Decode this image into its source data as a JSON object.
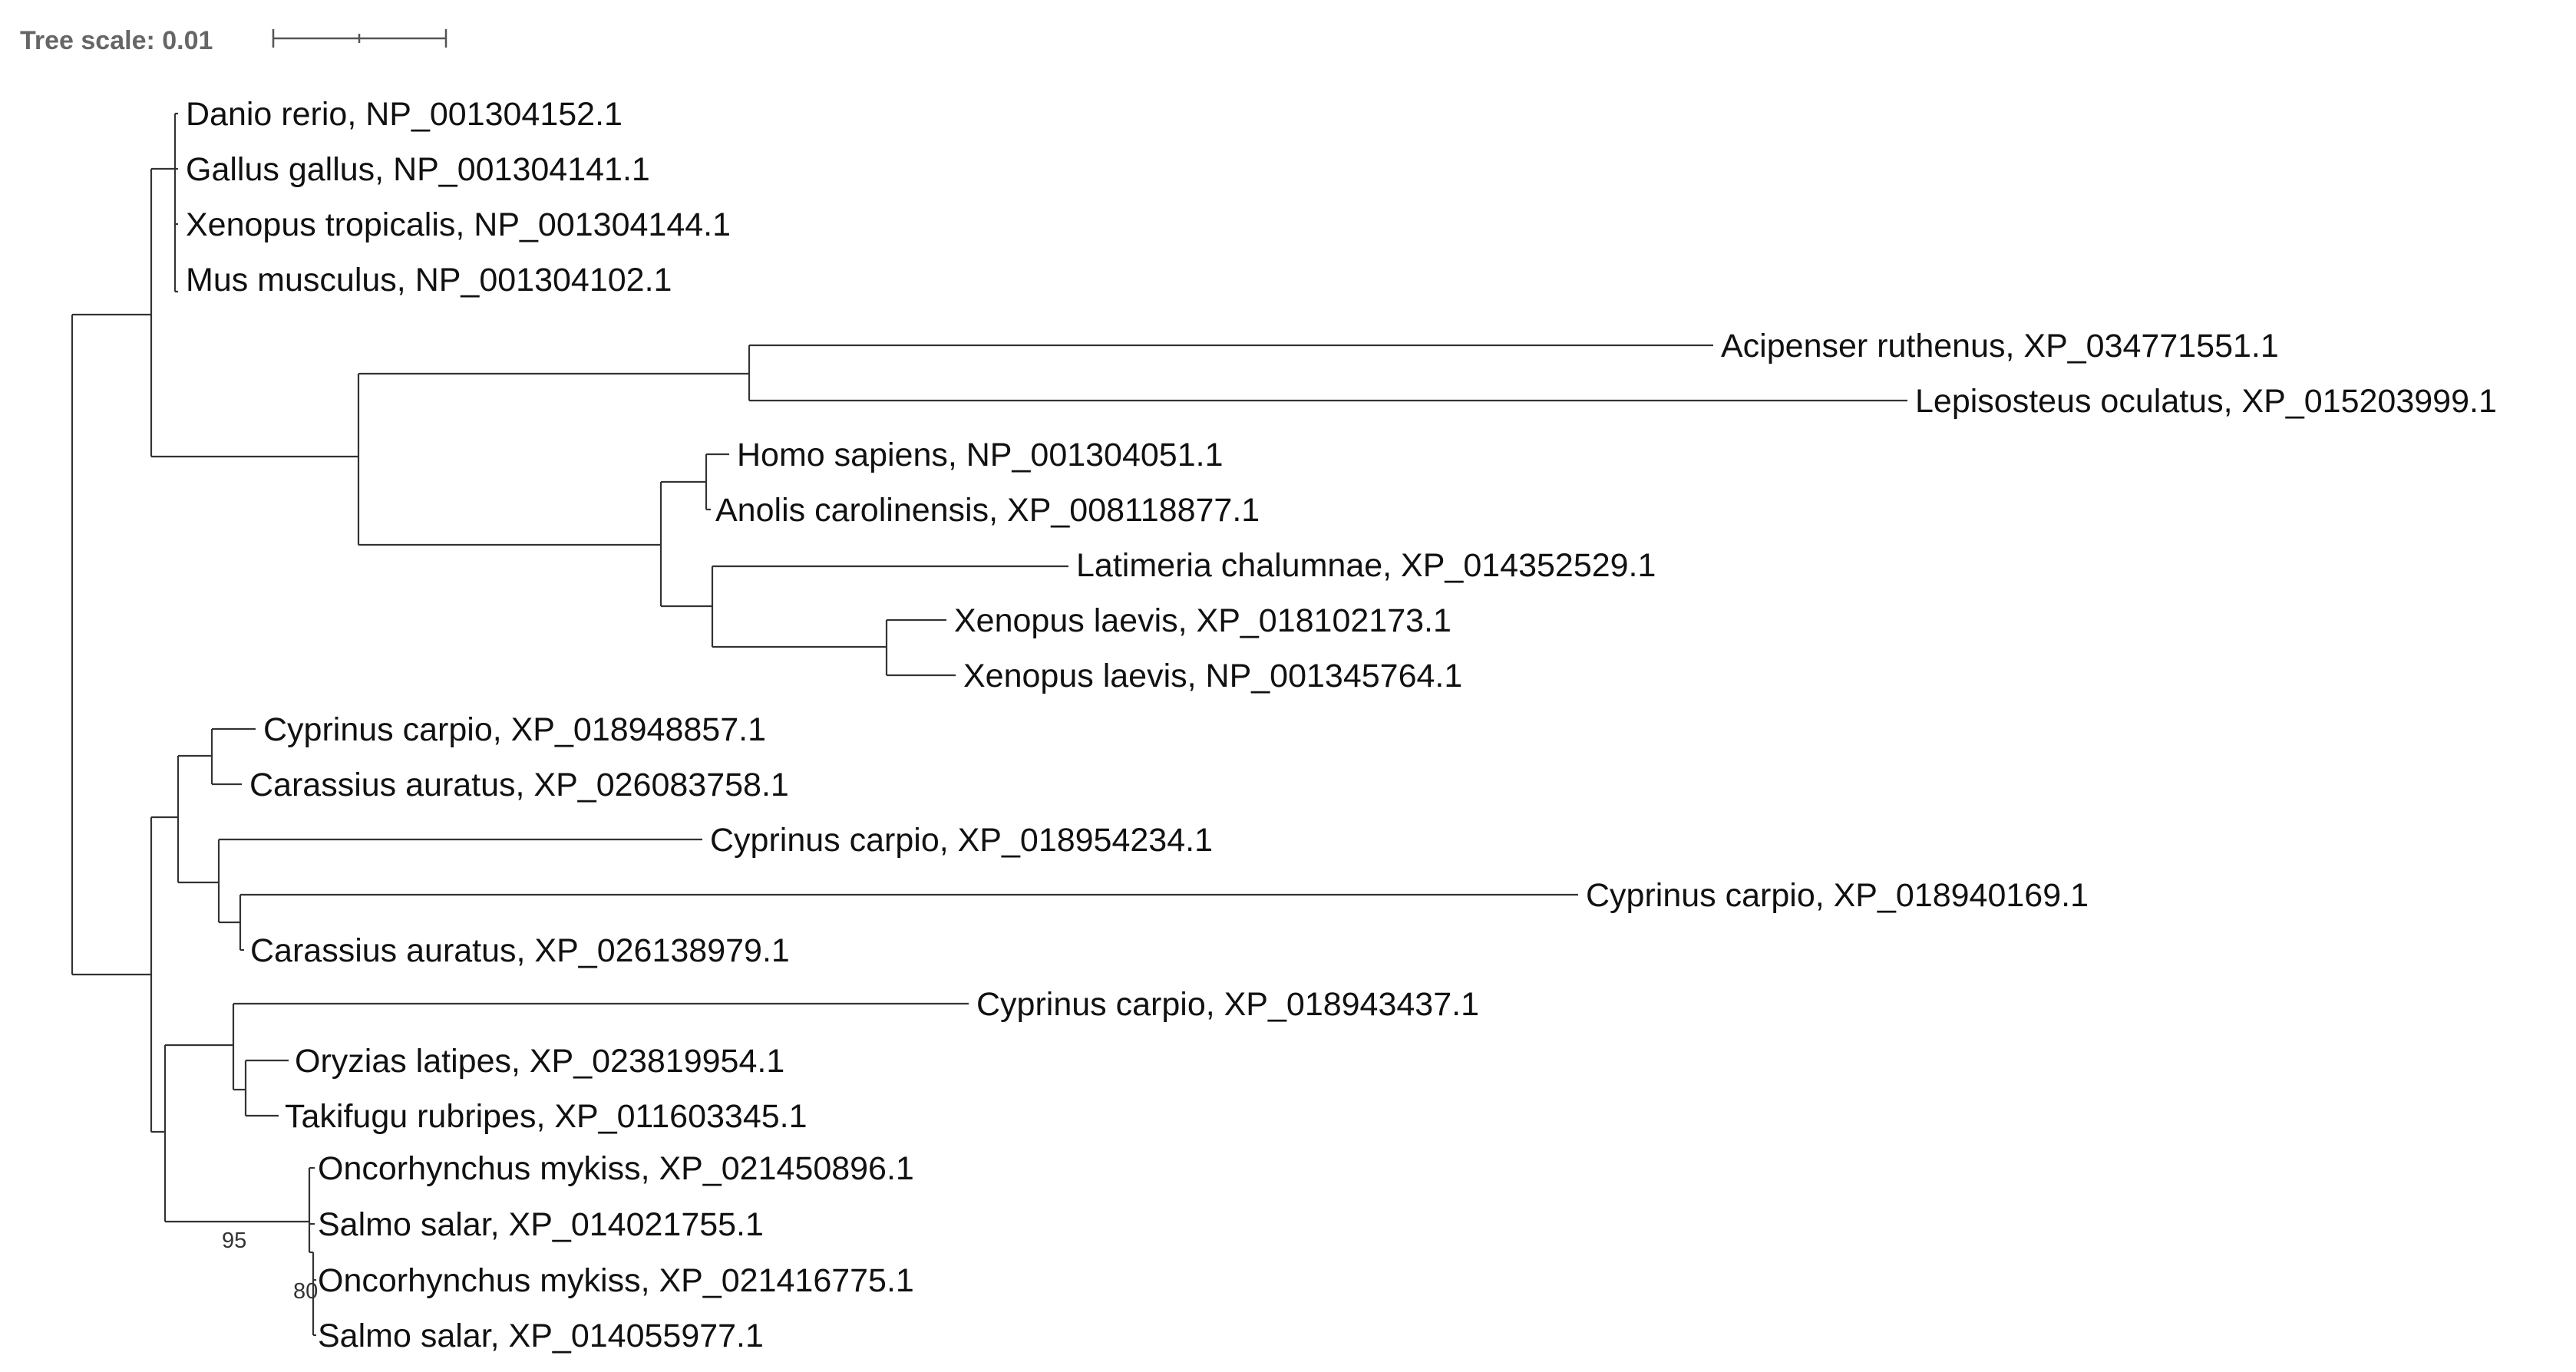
{
  "tree_scale": {
    "label": "Tree scale: 0.01"
  },
  "colors": {
    "branch": "#333333",
    "label": "#111111",
    "scale_label": "#666666"
  },
  "leaves": [
    {
      "id": "L1",
      "label": "Danio rerio, NP_001304152.1"
    },
    {
      "id": "L2",
      "label": "Gallus gallus, NP_001304141.1"
    },
    {
      "id": "L3",
      "label": "Xenopus tropicalis, NP_001304144.1"
    },
    {
      "id": "L4",
      "label": "Mus musculus, NP_001304102.1"
    },
    {
      "id": "L5",
      "label": "Acipenser ruthenus, XP_034771551.1"
    },
    {
      "id": "L6",
      "label": "Lepisosteus oculatus, XP_015203999.1"
    },
    {
      "id": "L7",
      "label": "Homo sapiens, NP_001304051.1"
    },
    {
      "id": "L8",
      "label": "Anolis carolinensis, XP_008118877.1"
    },
    {
      "id": "L9",
      "label": "Latimeria chalumnae, XP_014352529.1"
    },
    {
      "id": "L10",
      "label": "Xenopus laevis, XP_018102173.1"
    },
    {
      "id": "L11",
      "label": "Xenopus laevis, NP_001345764.1"
    },
    {
      "id": "L12",
      "label": "Cyprinus carpio, XP_018948857.1"
    },
    {
      "id": "L13",
      "label": "Carassius auratus, XP_026083758.1"
    },
    {
      "id": "L14",
      "label": "Cyprinus carpio, XP_018954234.1"
    },
    {
      "id": "L15",
      "label": "Cyprinus carpio, XP_018940169.1"
    },
    {
      "id": "L16",
      "label": "Carassius auratus, XP_026138979.1"
    },
    {
      "id": "L17",
      "label": "Cyprinus carpio, XP_018943437.1"
    },
    {
      "id": "L18",
      "label": "Oryzias latipes, XP_023819954.1"
    },
    {
      "id": "L19",
      "label": "Takifugu rubripes, XP_011603345.1"
    },
    {
      "id": "L20",
      "label": "Oncorhynchus mykiss, XP_021450896.1"
    },
    {
      "id": "L21",
      "label": "Salmo salar, XP_014021755.1"
    },
    {
      "id": "L22",
      "label": "Oncorhynchus mykiss, XP_021416775.1"
    },
    {
      "id": "L23",
      "label": "Salmo salar, XP_014055977.1"
    }
  ],
  "support_values": [
    {
      "id": "S95",
      "value": "95"
    },
    {
      "id": "S80",
      "value": "80"
    }
  ]
}
